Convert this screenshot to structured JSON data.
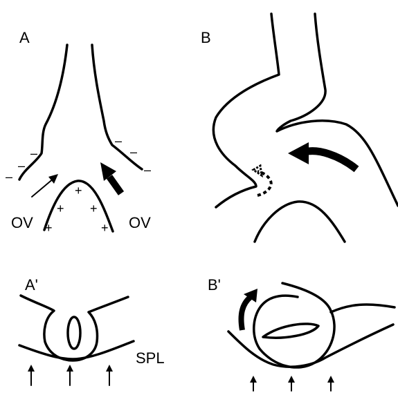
{
  "panels": {
    "a": {
      "label": "A",
      "left_tag": "OV",
      "right_tag": "OV",
      "minus": "–",
      "plus": "+"
    },
    "b": {
      "label": "B"
    },
    "a_prime": {
      "label": "A'",
      "tag": "SPL"
    },
    "b_prime": {
      "label": "B'"
    }
  }
}
